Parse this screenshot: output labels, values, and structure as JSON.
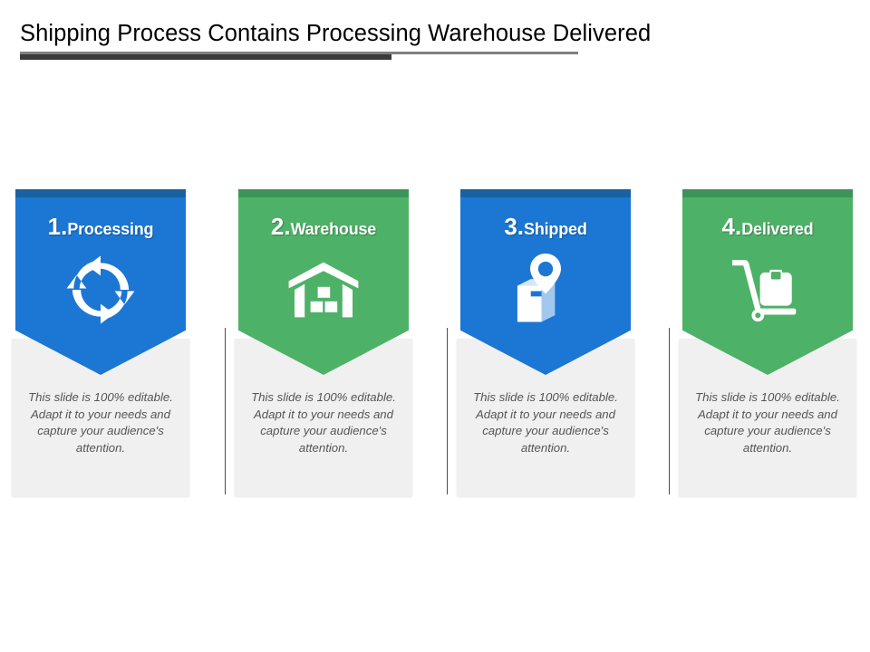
{
  "slide": {
    "title": "Shipping Process Contains Processing Warehouse Delivered",
    "background_color": "#ffffff",
    "rule_thick_color": "#3b3b3b",
    "rule_thin_color": "#808080"
  },
  "palette": {
    "blue": "#1b77d3",
    "blue_dark": "#19619f",
    "green": "#4eb168",
    "green_dark": "#3d9459",
    "panel_gray": "#f0f0f0",
    "body_text": "#555555"
  },
  "steps": [
    {
      "number": "1.",
      "name": "Processing",
      "icon": "recycle-arrows-icon",
      "color": "blue",
      "description": "This slide is 100% editable. Adapt it to your needs and capture your audience's attention."
    },
    {
      "number": "2.",
      "name": "Warehouse",
      "icon": "warehouse-building-icon",
      "color": "green",
      "description": "This slide is 100% editable. Adapt it to your needs and capture your audience's attention."
    },
    {
      "number": "3.",
      "name": "Shipped",
      "icon": "package-location-pin-icon",
      "color": "blue",
      "description": "This slide is 100% editable. Adapt it to your needs and capture your audience's attention."
    },
    {
      "number": "4.",
      "name": "Delivered",
      "icon": "hand-truck-package-icon",
      "color": "green",
      "description": "This slide is 100% editable. Adapt it to your needs and capture your audience's attention."
    }
  ]
}
